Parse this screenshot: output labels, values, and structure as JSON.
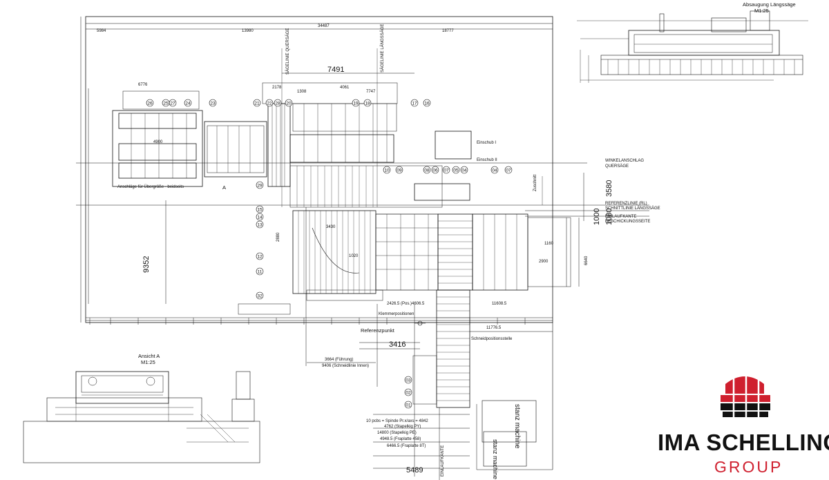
{
  "brand": {
    "name": "IMA SCHELLING",
    "group": "GROUP",
    "colors": {
      "red": "#cf1f2e",
      "dark": "#111111"
    }
  },
  "views": {
    "top_right_title": "Absaugung Längssäge",
    "top_right_scale": "M1:25",
    "bottom_left_title": "Ansicht A",
    "bottom_left_scale": "M1:25",
    "section_marker": "A"
  },
  "labels": {
    "saege_vertical_1": "SÄGELINIE QUERSÄGE",
    "saege_vertical_2": "SÄGELINIE LÄNGSSÄGE",
    "winkelanschlag": "WINKELANSCHLAG",
    "quersaege": "QUERSÄGE",
    "referenzlinie": "REFERENZLINIE (RL)",
    "schnittlinie": "SCHNITTLINIE LÄNGSSÄGE",
    "einlaufkante": "EINLAUFKANTE",
    "bedienseite": "BESCHICKUNGSSEITE",
    "einschub_1": "Einschub I",
    "einschub_2": "Einschub II",
    "anschlaege": "Anschläge für Übergröße - beidseits",
    "referenzpunkt": "Referenzpunkt",
    "klemmerpositionen": "Klemmerpositionen",
    "stanz_machine_1": "stanz machine",
    "stanz_machine_2": "stanz machine",
    "einlaufkante_v": "EINLAUFKANTE",
    "stapelposition": "Schneidpositionsstelle",
    "zuschnitt": "Zuschnitt"
  },
  "dimensions": {
    "d_7491": "7491",
    "d_3580": "3580",
    "d_1000": "1000",
    "d_1080": "1080",
    "d_9352": "9352",
    "d_3416": "3416",
    "d_5489": "5489",
    "d_6776": "6776",
    "d_4900": "4900",
    "d_3664": "3664 (Führung)",
    "d_9406": "9406 (Schneidlinie Innen)",
    "d_2426": "2426.5 (Pos.)",
    "d_4606": "4606.5",
    "d_11608": "11608.5",
    "d_11776": "11776.5",
    "d_2178": "2178",
    "d_1308": "1308",
    "d_4061": "4061",
    "d_7747": "7747",
    "d_3430": "3430",
    "d_2880": "2880",
    "d_1020": "1020",
    "d_5984": "5984",
    "d_13980": "13980",
    "d_34487": "34487",
    "d_18777": "18777",
    "d_6640": "6640",
    "d_1160": "1160",
    "d_2900": "2900"
  },
  "balloons": [
    "01",
    "02",
    "03",
    "04",
    "05",
    "06",
    "07",
    "08",
    "09",
    "10",
    "11",
    "12",
    "13",
    "14",
    "15",
    "16",
    "17",
    "18",
    "19",
    "20",
    "21",
    "22",
    "23",
    "24",
    "25",
    "26",
    "27",
    "28",
    "29",
    "32"
  ],
  "cables": [
    "10 pcbs = Spinde Pr.x/axs = 4842",
    "4762 (Stapelkig PY)",
    "14800 (Stapelkig PE)",
    "4948.5 (Fraplatte 458)",
    "6466.5 (Fraplatte 8T)"
  ]
}
